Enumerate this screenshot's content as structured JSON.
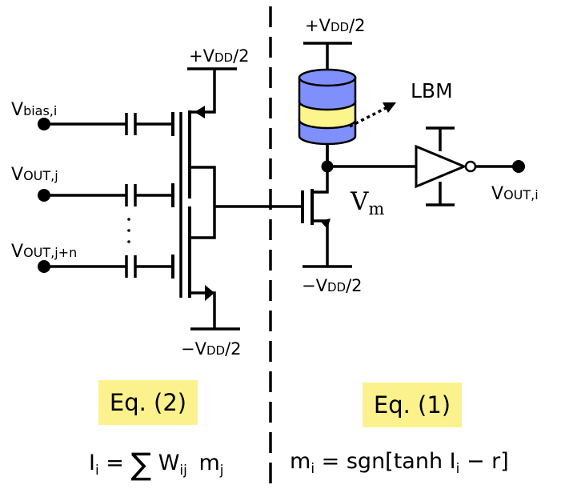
{
  "diagram": {
    "left_supply_top": {
      "prefix": "+V",
      "sub": "DD",
      "suffix": "/2"
    },
    "left_supply_bottom": {
      "prefix": "−V",
      "sub": "DD",
      "suffix": "/2"
    },
    "right_supply_top": {
      "prefix": "+V",
      "sub": "DD",
      "suffix": "/2"
    },
    "right_supply_bottom": {
      "prefix": "−V",
      "sub": "DD",
      "suffix": "/2"
    },
    "inputs": [
      {
        "main": "V",
        "sub": "bias,i"
      },
      {
        "main": "V",
        "sub": "OUT,j"
      },
      {
        "main": "V",
        "sub": "OUT,j+n"
      }
    ],
    "ellipsis": ".\n.\n.",
    "lbm_label": "LBM",
    "node_label": {
      "main": "V",
      "sub": "m"
    },
    "output": {
      "main": "V",
      "sub": "OUT,i"
    },
    "colors": {
      "lbm_blue": "#7f8ffb",
      "lbm_yellow": "#fbf58c",
      "eq_highlight": "#fcf28d"
    }
  },
  "equations": {
    "left": {
      "label": "Eq. (2)",
      "lhs": "I",
      "lhs_sub": "i",
      "operator": "=",
      "sum": "∑",
      "w": "W",
      "w_sub": "ij",
      "m": "m",
      "m_sub": "j"
    },
    "right": {
      "label": "Eq. (1)",
      "lhs": "m",
      "lhs_sub": "i",
      "operator": "=",
      "body_a": "sgn[tanh I",
      "body_sub": "i",
      "body_b": " − r]"
    }
  }
}
